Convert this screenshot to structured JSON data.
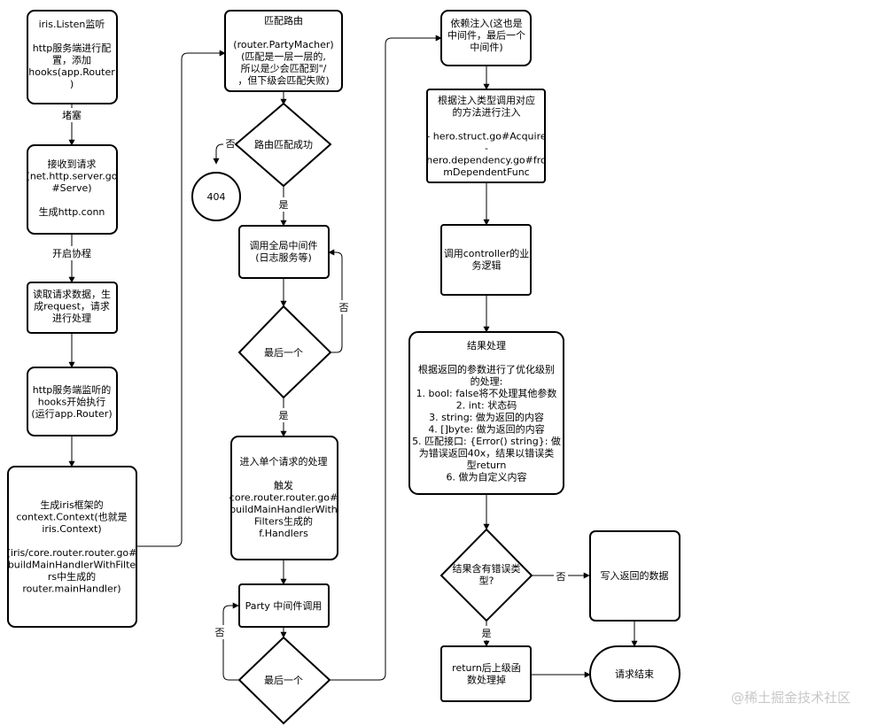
{
  "nodes": {
    "listen": [
      "iris.Listen监听",
      "",
      "http服务端进行配",
      "置，添加",
      "hooks(app.Router",
      ")"
    ],
    "receive": [
      "接收到请求",
      "(net.http.server.go",
      "#Serve)",
      "",
      "生成http.conn"
    ],
    "read": [
      "读取请求数据，生",
      "成request，请求",
      "进行处理"
    ],
    "hooks_exec": [
      "http服务端监听的",
      "hooks开始执行",
      "(运行app.Router)"
    ],
    "context": [
      "生成iris框架的",
      "context.Context(也就是",
      "iris.Context)",
      "",
      "(iris/core.router.router.go#",
      "buildMainHandlerWithFilte",
      "rs中生成的",
      "router.mainHandler)"
    ],
    "match_route": [
      "匹配路由",
      "",
      "(router.PartyMacher)",
      "(匹配是一层一层的,",
      "所以是少会匹配到\"/",
      "，但下级会匹配失败)"
    ],
    "route_ok": [
      "路由匹配成功"
    ],
    "n404": [
      "404"
    ],
    "global_mw": [
      "调用全局中间件",
      "(日志服务等)"
    ],
    "last1": [
      "最后一个"
    ],
    "single_req": [
      "进入单个请求的处理",
      "",
      "触发",
      "core.router.router.go#",
      "buildMainHandlerWith",
      "Filters生成的",
      "f.Handlers"
    ],
    "party_mw": [
      "Party 中间件调用"
    ],
    "last2": [
      "最后一个"
    ],
    "dep_inject": [
      "依赖注入(这也是",
      "中间件，最后一个",
      "中间件)"
    ],
    "inject_by_type": [
      "根据注入类型调用对应",
      "的方法进行注入",
      "",
      "- hero.struct.go#Acquire",
      "-",
      "hero.dependency.go#fro",
      "mDependentFunc"
    ],
    "controller": [
      "调用controller的业",
      "务逻辑"
    ],
    "result": [
      "结果处理",
      "",
      "根据返回的参数进行了优化级别",
      "的处理:",
      "1. bool: false将不处理其他参数",
      "2. int: 状态码",
      "3. string: 做为返回的内容",
      "4. []byte: 做为返回的内容",
      "5. 匹配接口: {Error() string}: 做",
      "为错误返回40x，结果以错误类",
      "型return",
      "6. 做为自定义内容"
    ],
    "has_error": [
      "结果含有错误类",
      "型?"
    ],
    "write_data": [
      "写入返回的数据"
    ],
    "return_up": [
      "return后上级函",
      "数处理掉"
    ],
    "end": [
      "请求结束"
    ]
  },
  "edge_labels": {
    "block": "堵塞",
    "coroutine": "开启协程",
    "no_404": "否",
    "yes_route": "是",
    "no_last1": "否",
    "yes_last1": "是",
    "no_last2": "否",
    "no_error": "否",
    "yes_error": "是"
  },
  "watermark": "@稀土掘金技术社区"
}
